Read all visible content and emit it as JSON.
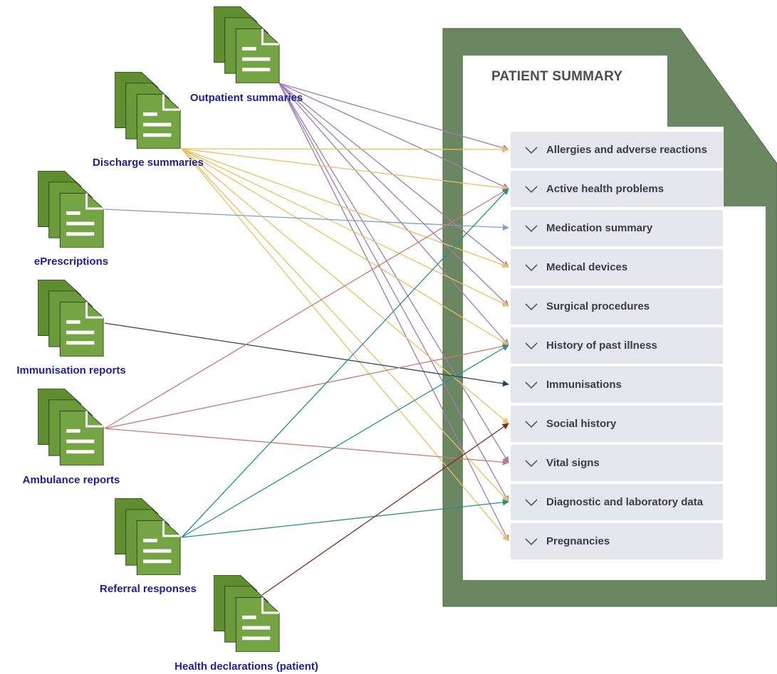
{
  "summary": {
    "title": "PATIENT SUMMARY",
    "sections": [
      {
        "id": "allergies",
        "label": "Allergies and adverse reactions"
      },
      {
        "id": "active-problems",
        "label": "Active health problems"
      },
      {
        "id": "medication",
        "label": "Medication summary"
      },
      {
        "id": "devices",
        "label": "Medical devices"
      },
      {
        "id": "surgical",
        "label": "Surgical procedures"
      },
      {
        "id": "past-illness",
        "label": "History of past illness"
      },
      {
        "id": "immunisations",
        "label": "Immunisations"
      },
      {
        "id": "social",
        "label": "Social history"
      },
      {
        "id": "vitals",
        "label": "Vital signs"
      },
      {
        "id": "diagnostic",
        "label": "Diagnostic and laboratory data"
      },
      {
        "id": "pregnancies",
        "label": "Pregnancies"
      }
    ]
  },
  "sources": [
    {
      "id": "outpatient",
      "label": "Outpatient summaries",
      "color": "#a07ab5"
    },
    {
      "id": "discharge",
      "label": "Discharge summaries",
      "color": "#e6c063"
    },
    {
      "id": "eprescriptions",
      "label": "ePrescriptions",
      "color": "#7f9fcc"
    },
    {
      "id": "immunisation",
      "label": "Immunisation reports",
      "color": "#24455c"
    },
    {
      "id": "ambulance",
      "label": "Ambulance reports",
      "color": "#c87a72"
    },
    {
      "id": "referral",
      "label": "Referral responses",
      "color": "#2a8d8f"
    },
    {
      "id": "health-declarations",
      "label": "Health declarations (patient)",
      "color": "#7a2e1e"
    }
  ],
  "connections": {
    "outpatient": [
      "allergies",
      "active-problems",
      "devices",
      "surgical",
      "past-illness",
      "vitals",
      "diagnostic",
      "pregnancies"
    ],
    "discharge": [
      "allergies",
      "active-problems",
      "devices",
      "surgical",
      "past-illness",
      "social",
      "diagnostic",
      "pregnancies"
    ],
    "eprescriptions": [
      "medication"
    ],
    "immunisation": [
      "immunisations"
    ],
    "ambulance": [
      "active-problems",
      "past-illness",
      "vitals"
    ],
    "referral": [
      "active-problems",
      "past-illness",
      "diagnostic"
    ],
    "health-declarations": [
      "social"
    ]
  },
  "colors": {
    "document_frame": "#6b8762",
    "document_icon": "#6a9a3a",
    "section_bg": "#e4e6ee",
    "source_label": "#1f1f8f"
  },
  "icons": {
    "document": "stacked-document-icon",
    "section": "chevron-down-icon"
  }
}
